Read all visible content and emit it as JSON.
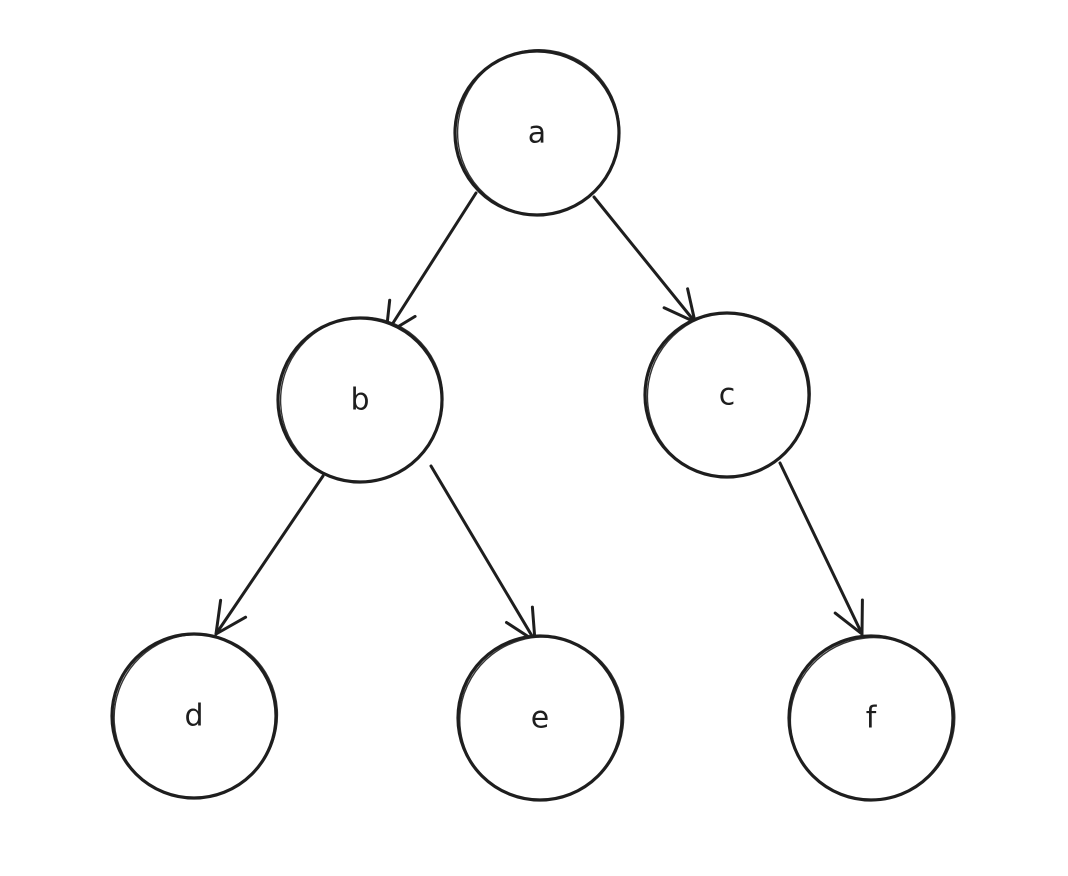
{
  "diagram": {
    "type": "tree",
    "nodes": [
      {
        "id": "a",
        "label": "a"
      },
      {
        "id": "b",
        "label": "b"
      },
      {
        "id": "c",
        "label": "c"
      },
      {
        "id": "d",
        "label": "d"
      },
      {
        "id": "e",
        "label": "e"
      },
      {
        "id": "f",
        "label": "f"
      }
    ],
    "edges": [
      {
        "from": "a",
        "to": "b"
      },
      {
        "from": "a",
        "to": "c"
      },
      {
        "from": "b",
        "to": "d"
      },
      {
        "from": "b",
        "to": "e"
      },
      {
        "from": "c",
        "to": "f"
      }
    ],
    "colors": {
      "stroke": "#1e1e1e",
      "background": "#ffffff"
    }
  }
}
